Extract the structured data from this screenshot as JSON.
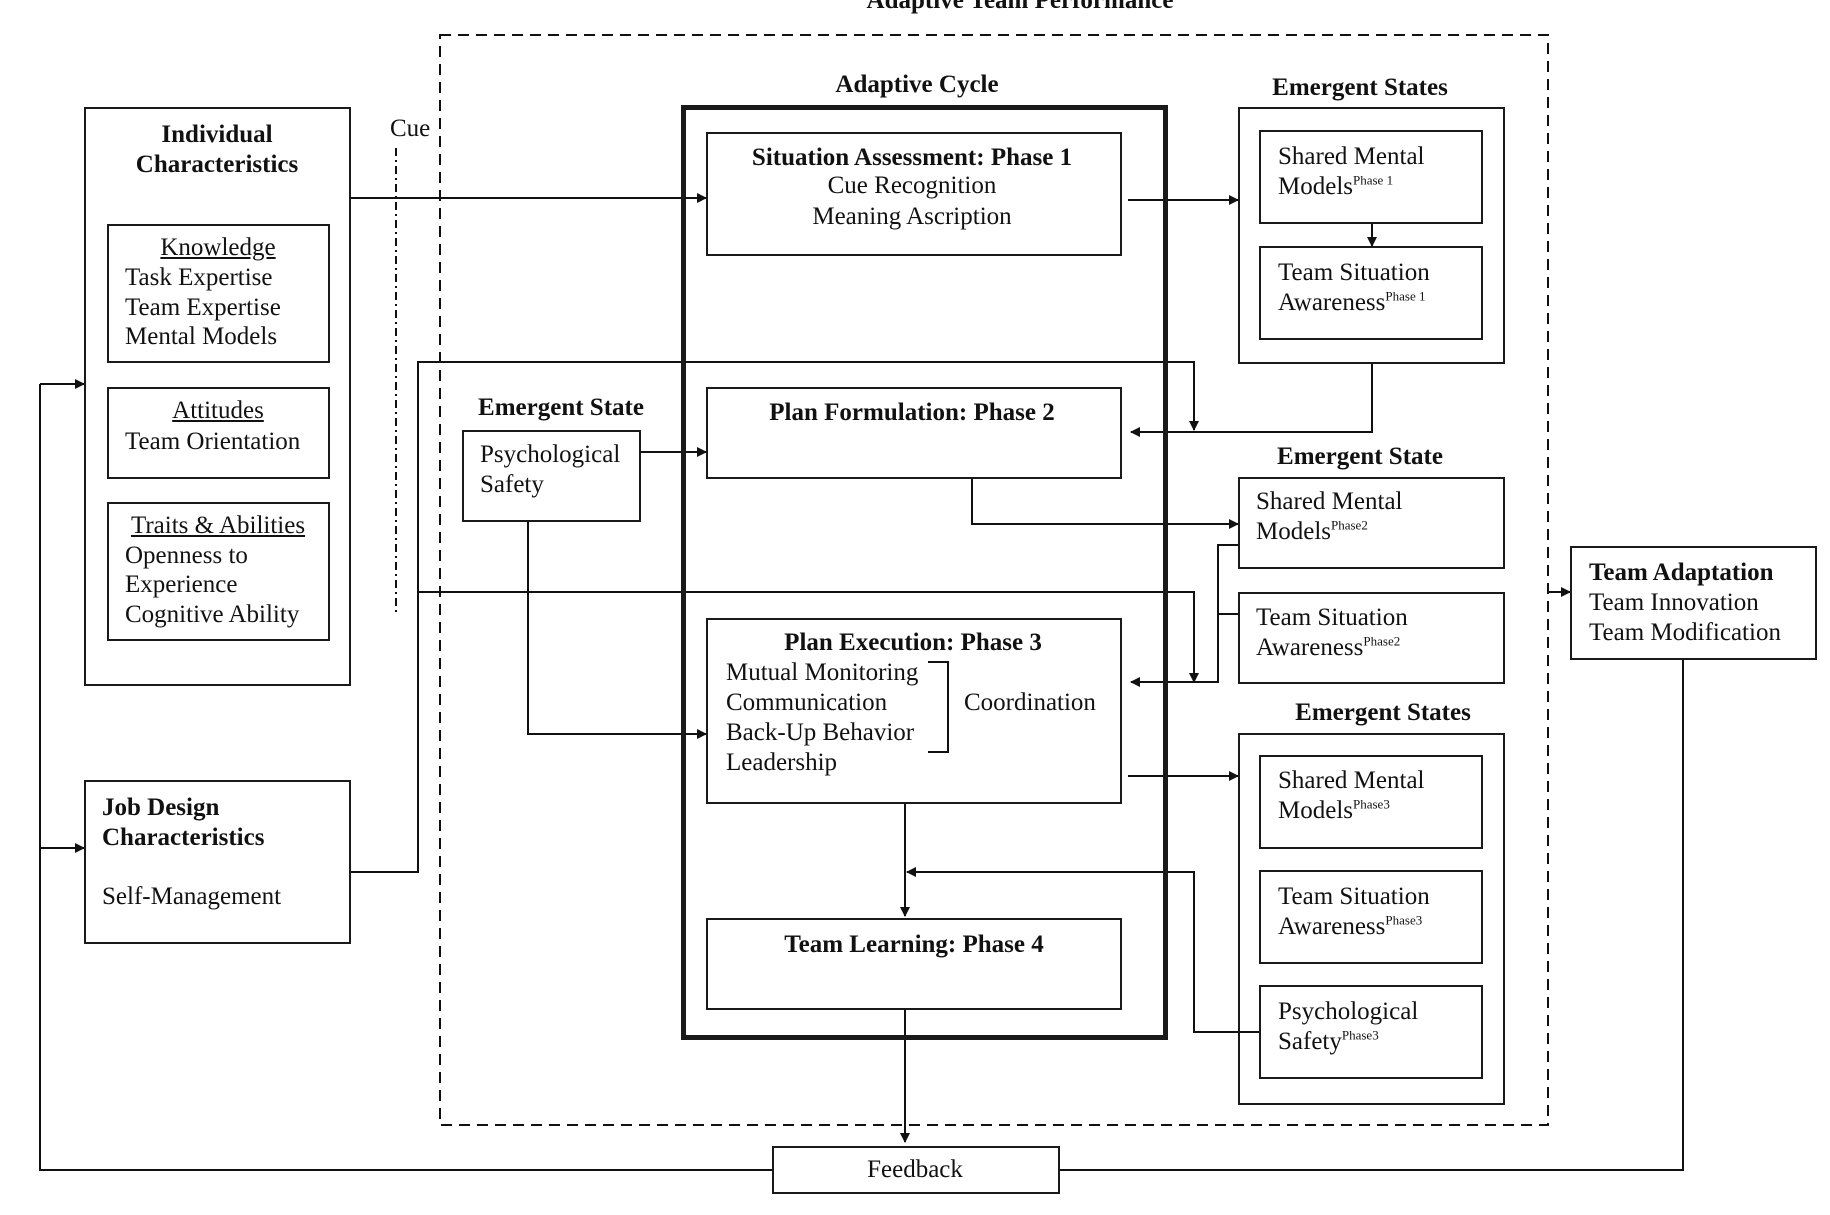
{
  "title": "Adaptive Team Performance",
  "cue_label": "Cue",
  "individual": {
    "title_l1": "Individual",
    "title_l2": "Characteristics",
    "knowledge": {
      "heading": "Knowledge",
      "items": [
        "Task Expertise",
        "Team Expertise",
        "Mental Models"
      ]
    },
    "attitudes": {
      "heading": "Attitudes",
      "items": [
        "Team Orientation"
      ]
    },
    "traits": {
      "heading": "Traits & Abilities",
      "items": [
        "Openness to",
        "Experience",
        "Cognitive Ability"
      ]
    }
  },
  "job": {
    "title_l1": "Job Design",
    "title_l2": "Characteristics",
    "item": "Self-Management"
  },
  "cycle": {
    "title": "Adaptive Cycle",
    "phase1": {
      "title": "Situation Assessment: Phase 1",
      "lines": [
        "Cue Recognition",
        "Meaning Ascription"
      ]
    },
    "phase2": {
      "title": "Plan Formulation: Phase 2"
    },
    "phase3": {
      "title": "Plan Execution: Phase 3",
      "lines": [
        "Mutual Monitoring",
        "Communication",
        "Back-Up Behavior",
        "Leadership"
      ],
      "bracket_label": "Coordination"
    },
    "phase4": {
      "title": "Team Learning: Phase 4"
    }
  },
  "psych_state": {
    "heading": "Emergent State",
    "l1": "Psychological",
    "l2": "Safety"
  },
  "es1": {
    "heading": "Emergent States",
    "smm_l1": "Shared Mental",
    "smm_l2": "Models",
    "smm_sup": "Phase 1",
    "tsa_l1": "Team Situation",
    "tsa_l2": "Awareness",
    "tsa_sup": "Phase 1"
  },
  "es2": {
    "heading": "Emergent State",
    "smm_l1": "Shared Mental",
    "smm_l2": "Models",
    "smm_sup": "Phase2",
    "tsa_l1": "Team Situation",
    "tsa_l2": "Awareness",
    "tsa_sup": "Phase2"
  },
  "es3": {
    "heading": "Emergent States",
    "smm_l1": "Shared Mental",
    "smm_l2": "Models",
    "smm_sup": "Phase3",
    "tsa_l1": "Team Situation",
    "tsa_l2": "Awareness",
    "tsa_sup": "Phase3",
    "ps_l1": "Psychological",
    "ps_l2": "Safety",
    "ps_sup": "Phase3"
  },
  "adaptation": {
    "title": "Team Adaptation",
    "items": [
      "Team Innovation",
      "Team Modification"
    ]
  },
  "feedback": "Feedback"
}
